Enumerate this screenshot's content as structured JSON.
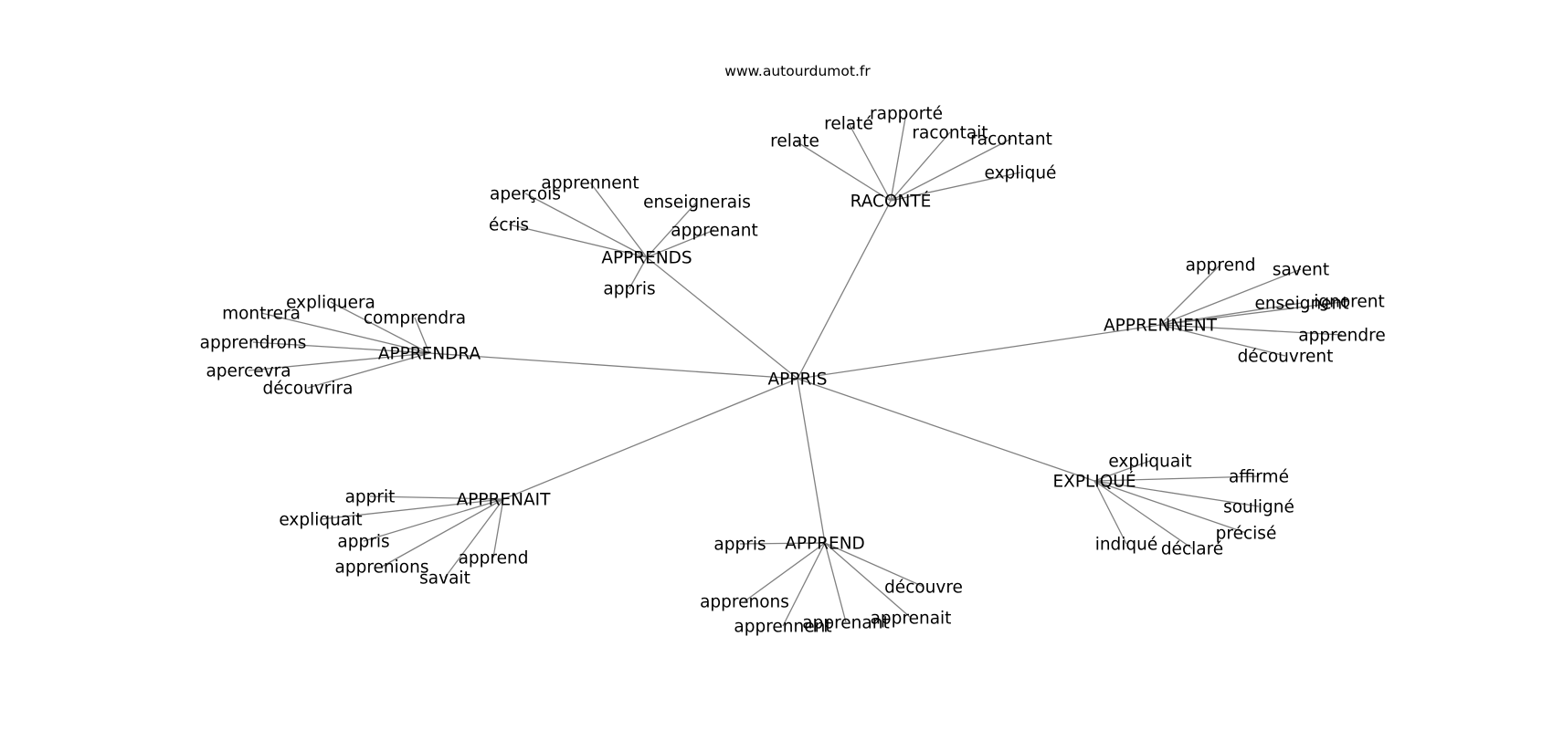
{
  "header": {
    "site": "www.autourdumot.fr"
  },
  "graph": {
    "center": "APPRIS",
    "hubs": [
      {
        "label": "RACONTÉ",
        "leaves": [
          "relate",
          "relaté",
          "rapporté",
          "racontait",
          "racontant",
          "expliqué"
        ]
      },
      {
        "label": "APPRENDS",
        "leaves": [
          "aperçois",
          "apprennent",
          "enseignerais",
          "écris",
          "apprenant",
          "appris"
        ]
      },
      {
        "label": "APPRENDRA",
        "leaves": [
          "montrera",
          "expliquera",
          "comprendra",
          "apprendrons",
          "apercevra",
          "découvrira"
        ]
      },
      {
        "label": "APPRENNENT",
        "leaves": [
          "apprend",
          "savent",
          "enseignent",
          "ignorent",
          "apprendre",
          "découvrent"
        ]
      },
      {
        "label": "APPRENAIT",
        "leaves": [
          "apprit",
          "expliquait",
          "appris",
          "apprenions",
          "savait",
          "apprend"
        ]
      },
      {
        "label": "APPREND",
        "leaves": [
          "appris",
          "apprenons",
          "apprennent",
          "apprenant",
          "apprenait",
          "découvre"
        ]
      },
      {
        "label": "EXPLIQUÉ",
        "leaves": [
          "expliquait",
          "affirmé",
          "souligné",
          "précisé",
          "déclaré",
          "indiqué"
        ]
      }
    ]
  },
  "colors": {
    "edge": "#808080",
    "text": "#000000",
    "background": "#ffffff"
  }
}
